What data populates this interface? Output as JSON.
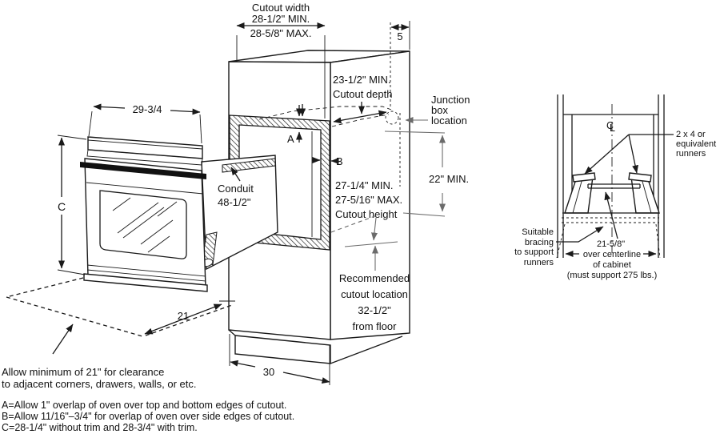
{
  "colors": {
    "line": "#1a1a1a",
    "helper": "#6b6b6b",
    "background": "#ffffff"
  },
  "main_diagram": {
    "cutout_width": {
      "label": "Cutout width",
      "min": "28-1/2\" MIN.",
      "max": "28-5/8\" MAX."
    },
    "top_depth_dim": "5",
    "cutout_depth": {
      "line1": "23-1/2\" MIN.",
      "line2": "Cutout depth"
    },
    "junction_box": {
      "line1": "Junction",
      "line2": "box",
      "line3": "location"
    },
    "oven_width_dim": "29-3/4",
    "conduit": {
      "line1": "Conduit",
      "line2": "48-1/2\""
    },
    "marker_a": "A",
    "marker_b": "B",
    "marker_c": "C",
    "min_22": "22\" MIN.",
    "cutout_height": {
      "line1": "27-1/4\" MIN.",
      "line2": "27-5/16\" MAX.",
      "line3": "Cutout height"
    },
    "recommended": {
      "line1": "Recommended",
      "line2": "cutout location",
      "line3": "32-1/2\"",
      "line4": "from floor"
    },
    "clearance_dim": "21",
    "base_dim": "30"
  },
  "side_diagram": {
    "centerline": {
      "c": "C",
      "l": "L"
    },
    "runners_label": {
      "line1": "2 x 4 or",
      "line2": "equivalent",
      "line3": "runners"
    },
    "bracing_label": {
      "line1": "Suitable",
      "line2": "bracing",
      "line3": "to support",
      "line4": "runners"
    },
    "rail_dim": "21-5/8\"",
    "centerline_note": {
      "line1": "over centerline",
      "line2": "of cabinet",
      "line3": "(must support 275 lbs.)"
    }
  },
  "notes": {
    "clearance1": "Allow minimum of 21\" for clearance",
    "clearance2": "to adjacent corners, drawers, walls, or etc.",
    "note_a": "A=Allow 1\" overlap of oven over top and bottom edges of cutout.",
    "note_b": "B=Allow 11/16\"–3/4\" for overlap of oven over side edges of cutout.",
    "note_c": "C=28-1/4\" without trim and 28-3/4\" with trim."
  }
}
